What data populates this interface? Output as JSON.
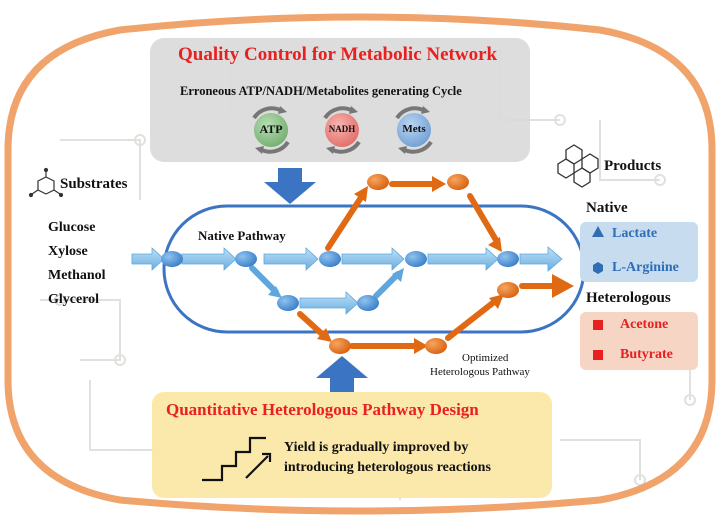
{
  "colors": {
    "cell_border": "#f0a36a",
    "title_red": "#e8201f",
    "native_blue": "#2f6db5",
    "node_blue": "#4a90d9",
    "node_orange": "#e8721e",
    "qc_panel": "#d9d9d9",
    "design_panel": "#fbe7a6",
    "native_box": "#c8dcf0",
    "hetero_box": "#f6d5c4"
  },
  "quality_control": {
    "title": "Quality Control for Metabolic Network",
    "subtitle": "Erroneous ATP/NADH/Metabolites generating Cycle",
    "cycles": [
      {
        "label": "ATP",
        "color": "#8cc28a"
      },
      {
        "label": "NADH",
        "color": "#f08a86"
      },
      {
        "label": "Mets",
        "color": "#8bb3df"
      }
    ]
  },
  "substrates": {
    "title": "Substrates",
    "items": [
      "Glucose",
      "Xylose",
      "Methanol",
      "Glycerol"
    ]
  },
  "pathway": {
    "native_label": "Native Pathway",
    "heterologous_label_line1": "Optimized",
    "heterologous_label_line2": "Heterologous Pathway"
  },
  "products": {
    "title": "Products",
    "native_title": "Native",
    "native_items": [
      {
        "label": "Lactate",
        "marker": "triangle-icon"
      },
      {
        "label": "L-Arginine",
        "marker": "hexagon-icon"
      }
    ],
    "heterologous_title": "Heterologous",
    "heterologous_items": [
      {
        "label": "Acetone",
        "marker": "square-icon"
      },
      {
        "label": "Butyrate",
        "marker": "square-icon"
      }
    ]
  },
  "design": {
    "title": "Quantitative Heterologous Pathway Design",
    "text_line1": "Yield is gradually improved by",
    "text_line2": "introducing heterologous reactions"
  }
}
